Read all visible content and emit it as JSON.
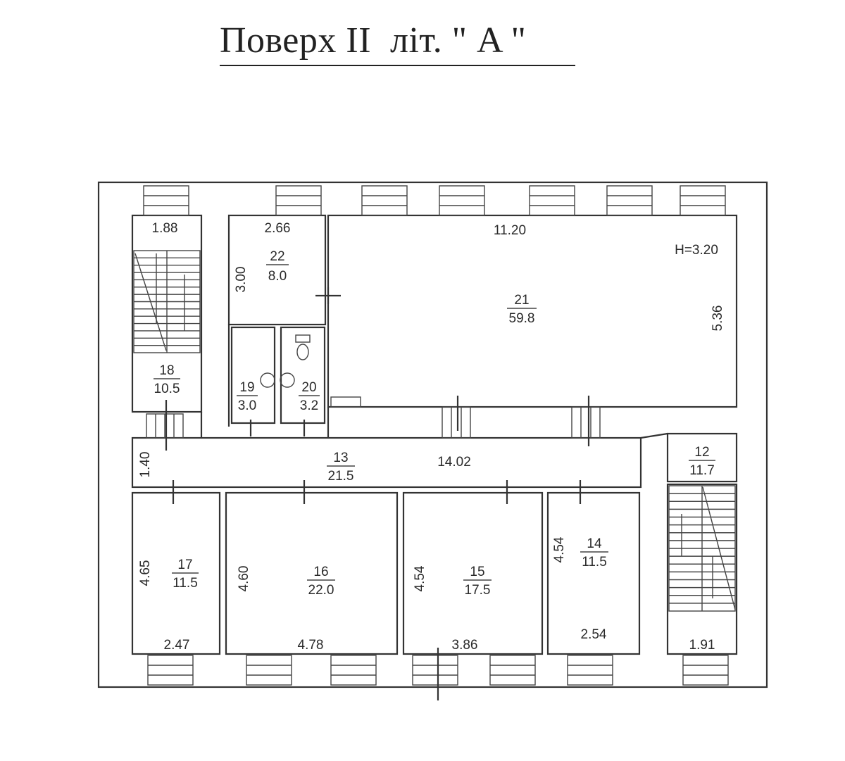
{
  "title": "Поверх II  літ. \" A \"",
  "height_label": "H=3.20",
  "rooms": [
    {
      "id": "room-22",
      "number": "22",
      "area": "8.0"
    },
    {
      "id": "room-21",
      "number": "21",
      "area": "59.8"
    },
    {
      "id": "room-18",
      "number": "18",
      "area": "10.5"
    },
    {
      "id": "room-19",
      "number": "19",
      "area": "3.0"
    },
    {
      "id": "room-20",
      "number": "20",
      "area": "3.2"
    },
    {
      "id": "room-13",
      "number": "13",
      "area": "21.5"
    },
    {
      "id": "room-12",
      "number": "12",
      "area": "11.7"
    },
    {
      "id": "room-17",
      "number": "17",
      "area": "11.5"
    },
    {
      "id": "room-16",
      "number": "16",
      "area": "22.0"
    },
    {
      "id": "room-15",
      "number": "15",
      "area": "17.5"
    },
    {
      "id": "room-14",
      "number": "14",
      "area": "11.5"
    }
  ],
  "dimensions": {
    "d_1_88": "1.88",
    "d_2_66": "2.66",
    "d_11_20": "11.20",
    "d_3_00": "3.00",
    "d_5_36": "5.36",
    "d_1_40": "1.40",
    "d_14_02": "14.02",
    "d_4_65": "4.65",
    "d_4_60": "4.60",
    "d_4_54_a": "4.54",
    "d_4_54_b": "4.54",
    "d_2_47": "2.47",
    "d_4_78": "4.78",
    "d_3_86": "3.86",
    "d_2_54": "2.54",
    "d_1_91": "1.91"
  }
}
